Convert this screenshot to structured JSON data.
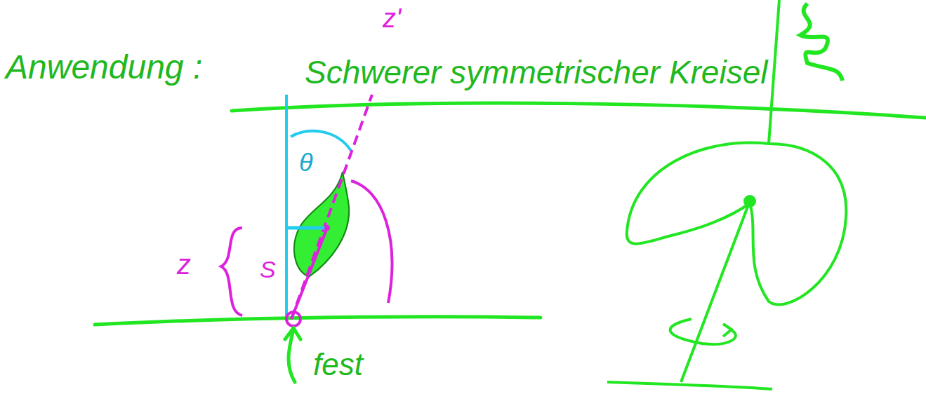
{
  "diagram": {
    "title": "Schwerer symmetrischer Kreisel",
    "labels": [
      "Anwendung :",
      "z'",
      "θ",
      "z",
      "S",
      "fest"
    ]
  }
}
